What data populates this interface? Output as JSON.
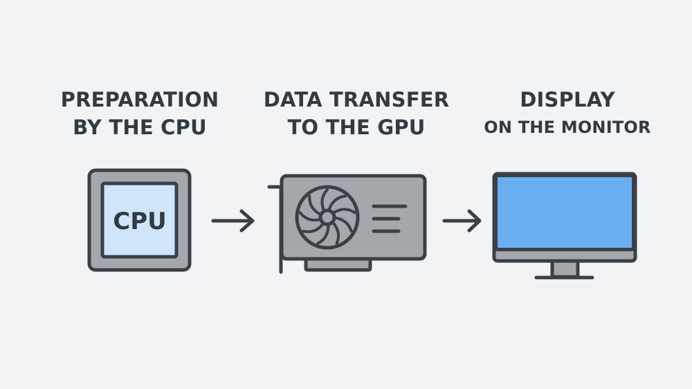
{
  "stages": [
    {
      "line1": "PREPARATION",
      "line2": "BY THE CPU"
    },
    {
      "line1": "DATA TRANSFER",
      "line2": "TO THE GPU"
    },
    {
      "line1": "DISPLAY",
      "line2": "ON THE MONITOR"
    }
  ],
  "cpu_chip_label": "CPU",
  "colors": {
    "background": "#f2f3f5",
    "outline": "#3a4046",
    "device_gray": "#a4a7ab",
    "cpu_die": "#cfe6fa",
    "screen": "#68aef0"
  },
  "icons": [
    "cpu-chip-icon",
    "arrow-right-icon",
    "gpu-card-icon",
    "arrow-right-icon",
    "monitor-icon"
  ]
}
